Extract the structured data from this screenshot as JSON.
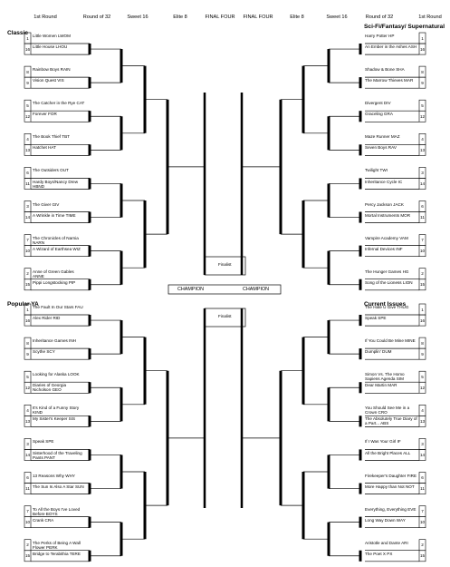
{
  "headers": {
    "left": [
      "1st Round",
      "Round of 32",
      "Sweet 16",
      "Elite 8",
      "FINAL FOUR"
    ],
    "right": [
      "FINAL FOUR",
      "Elite 8",
      "Sweet 16",
      "Round of 32",
      "1st Round"
    ]
  },
  "champion_labels": [
    "CHAMPION",
    "CHAMPION"
  ],
  "finalist_labels": [
    "Finalist",
    "Finalist"
  ],
  "regions": [
    {
      "name": "Classic",
      "teams": [
        {
          "seed": "1",
          "name": "Little Women LWOM"
        },
        {
          "seed": "16",
          "name": "Little House LHOU"
        },
        {
          "seed": "8",
          "name": "Rainbow Boys RAIN"
        },
        {
          "seed": "9",
          "name": "Vision Quest VIS"
        },
        {
          "seed": "5",
          "name": "The Catcher in the Rye CAT"
        },
        {
          "seed": "12",
          "name": "Forever FOR"
        },
        {
          "seed": "4",
          "name": "The Book Thief TBT"
        },
        {
          "seed": "13",
          "name": "Hatchet HAT"
        },
        {
          "seed": "6",
          "name": "The Outsiders OUT"
        },
        {
          "seed": "11",
          "name": "Hardy Boys/Nancy Drew HBND"
        },
        {
          "seed": "3",
          "name": "The Giver GIV"
        },
        {
          "seed": "14",
          "name": "A Wrinkle in Time TIME"
        },
        {
          "seed": "7",
          "name": "The Chronicles of Narnia NARN"
        },
        {
          "seed": "10",
          "name": "A Wizard of Earthsea WIZ"
        },
        {
          "seed": "2",
          "name": "Anne of Green Gables ANNE"
        },
        {
          "seed": "15",
          "name": "Pippi Longstocking PIP"
        }
      ]
    },
    {
      "name": "Popular YA",
      "teams": [
        {
          "seed": "1",
          "name": "The Fault In Our Stars FAU"
        },
        {
          "seed": "16",
          "name": "Alex Rider RID"
        },
        {
          "seed": "8",
          "name": "Inheritance Games INH"
        },
        {
          "seed": "9",
          "name": "Scythe SCY"
        },
        {
          "seed": "5",
          "name": "Looking for Alaska LOOK"
        },
        {
          "seed": "12",
          "name": "Diaries of Georgia Nicholson GEO"
        },
        {
          "seed": "4",
          "name": "It's Kind of a Funny Story KIND"
        },
        {
          "seed": "13",
          "name": "My Sister's Keeper SIS"
        },
        {
          "seed": "3",
          "name": "Speak SPE"
        },
        {
          "seed": "14",
          "name": "Sisterhood of the Traveling Pants PANT"
        },
        {
          "seed": "6",
          "name": "13 Reasons Why WHY"
        },
        {
          "seed": "11",
          "name": "The Sun Is Also A Star SUN"
        },
        {
          "seed": "7",
          "name": "To All the Boys I've Loved Before BOYS"
        },
        {
          "seed": "10",
          "name": "Crank CRA"
        },
        {
          "seed": "2",
          "name": "The Perks of Being A Wall Flower PERK"
        },
        {
          "seed": "15",
          "name": "Bridge to Terabithia TERE"
        }
      ]
    },
    {
      "name": "Sci-Fi/Fantasy/ Supernatural",
      "teams": [
        {
          "seed": "1",
          "name": "Harry Potter HP"
        },
        {
          "seed": "16",
          "name": "An Ember in the Ashes ASH"
        },
        {
          "seed": "8",
          "name": "Shadow & Bone SHA"
        },
        {
          "seed": "9",
          "name": "The Marrow Thieves MAR"
        },
        {
          "seed": "5",
          "name": "Divergent DIV"
        },
        {
          "seed": "12",
          "name": "Graceling GRA"
        },
        {
          "seed": "4",
          "name": "Maze Runner MAZ"
        },
        {
          "seed": "13",
          "name": "Seven Boys RAV"
        },
        {
          "seed": "3",
          "name": "Twilight TWI"
        },
        {
          "seed": "14",
          "name": "Inheritance Cycle IC"
        },
        {
          "seed": "6",
          "name": "Percy Jackson JACK"
        },
        {
          "seed": "11",
          "name": "Mortal Instruments MOR"
        },
        {
          "seed": "7",
          "name": "Vampire Academy VAM"
        },
        {
          "seed": "10",
          "name": "Infernal Devices INF"
        },
        {
          "seed": "2",
          "name": "The Hunger Games HG"
        },
        {
          "seed": "15",
          "name": "Song of the Lioness LION"
        }
      ]
    },
    {
      "name": "Current Issues",
      "teams": [
        {
          "seed": "1",
          "name": "The Hate U Give THUG"
        },
        {
          "seed": "16",
          "name": "Speak SPE"
        },
        {
          "seed": "8",
          "name": "If You Could Be Mine MINE"
        },
        {
          "seed": "9",
          "name": "Dumplin' DUM"
        },
        {
          "seed": "5",
          "name": "Simon Vs. The Homo Sapiens Agenda SIM"
        },
        {
          "seed": "12",
          "name": "Dear Martin MAR"
        },
        {
          "seed": "4",
          "name": "You Should See Me in a Crown CRO"
        },
        {
          "seed": "13",
          "name": "The Absolutely True Diary of a Part... ABS"
        },
        {
          "seed": "3",
          "name": "If I Was Your Girl IF"
        },
        {
          "seed": "14",
          "name": "All the Bright Places ALL"
        },
        {
          "seed": "6",
          "name": "Firekeeper's Daughter FIRE"
        },
        {
          "seed": "11",
          "name": "More Happy than Not NOT"
        },
        {
          "seed": "7",
          "name": "Everything, Everything EVE"
        },
        {
          "seed": "10",
          "name": "Long Way Down WAY"
        },
        {
          "seed": "2",
          "name": "Aristotle and Dante ARI"
        },
        {
          "seed": "15",
          "name": "The Poet X PX"
        }
      ]
    }
  ]
}
